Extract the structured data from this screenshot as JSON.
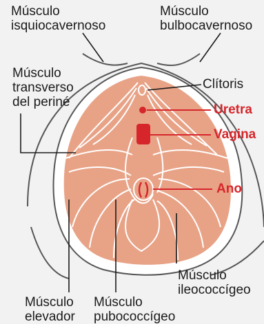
{
  "labels": {
    "isquio": [
      "Músculo",
      "isquiocavernoso"
    ],
    "bulbo": [
      "Músculo",
      "bulbocavernoso"
    ],
    "transverso": [
      "Músculo",
      "transverso",
      "del periné"
    ],
    "clitoris": "Clítoris",
    "uretra": "Uretra",
    "vagina": "Vagina",
    "ano": "Ano",
    "ileo": [
      "Músculo",
      "ileococcígeo"
    ],
    "elevador": [
      "Músculo",
      "elevador"
    ],
    "pubo": [
      "Músculo",
      "pubococcígeo"
    ]
  },
  "colors": {
    "background": "#f2f2f2",
    "muscle": "#e8a387",
    "muscle_line": "#ffffff",
    "outline": "#555555",
    "accent_red": "#d6262b",
    "text": "#1a1a1a"
  }
}
